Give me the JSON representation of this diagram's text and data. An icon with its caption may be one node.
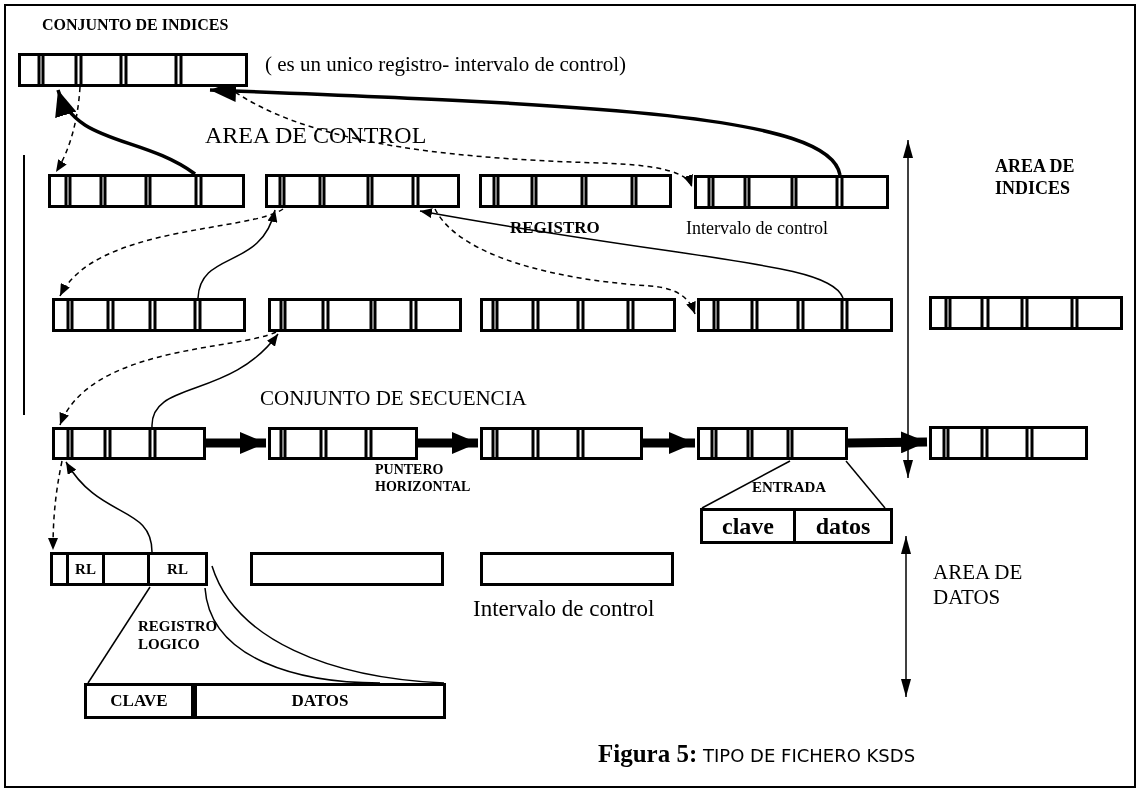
{
  "diagram": {
    "caption": "**Figura 5:** TIPO DE FICHERO KSDS",
    "nodes": [
      {
        "text": [],
        "shape": "box"
      },
      {
        "text": [],
        "shape": "box"
      },
      {
        "text": [],
        "shape": "box"
      },
      {
        "text": [],
        "shape": "box"
      },
      {
        "text": [],
        "shape": "box"
      },
      {
        "text": [],
        "shape": "box"
      },
      {
        "text": [],
        "shape": "box"
      },
      {
        "text": [],
        "shape": "box"
      },
      {
        "text": [],
        "shape": "box"
      },
      {
        "text": [],
        "shape": "box"
      },
      {
        "text": [],
        "shape": "box"
      },
      {
        "text": [],
        "shape": "box"
      },
      {
        "text": [],
        "shape": "box"
      },
      {
        "text": [],
        "shape": "box"
      },
      {
        "text": [],
        "shape": "box"
      },
      {
        "text": [
          "RL",
          "RL"
        ]
      },
      {
        "text": [],
        "shape": "box"
      },
      {
        "text": [],
        "shape": "box"
      },
      {
        "text": [
          "clave",
          "datos"
        ]
      },
      {
        "text": [
          "CLAVE",
          "DATOS"
        ]
      }
    ],
    "edges": [
      {
        "from": 1,
        "to": 0,
        "arrow": "to",
        "style": "thick"
      },
      {
        "from": 4,
        "to": 0,
        "arrow": "to",
        "style": "thick"
      },
      {
        "from": 0,
        "to": 1,
        "arrow": "to",
        "style": "dashed"
      },
      {
        "from": 0,
        "to": 4,
        "arrow": "to",
        "style": "dashed"
      },
      {
        "from": 5,
        "to": 2,
        "arrow": "to"
      },
      {
        "from": 2,
        "to": 5,
        "arrow": "to",
        "style": "dashed"
      },
      {
        "from": 8,
        "to": 2,
        "arrow": "to"
      },
      {
        "from": 2,
        "to": 8,
        "arrow": "to",
        "style": "dashed"
      },
      {
        "from": 10,
        "to": 6,
        "arrow": "to"
      },
      {
        "from": 6,
        "to": 10,
        "arrow": "to",
        "style": "dashed"
      },
      {
        "from": 10,
        "to": 11,
        "arrow": "to",
        "style": "thick"
      },
      {
        "from": 11,
        "to": 12,
        "arrow": "to",
        "style": "thick"
      },
      {
        "from": 12,
        "to": 13,
        "arrow": "to",
        "style": "thick"
      },
      {
        "from": 13,
        "to": 14,
        "arrow": "to",
        "style": "thick"
      },
      {
        "from": 15,
        "to": 10,
        "arrow": "to"
      },
      {
        "from": 10,
        "to": 15,
        "arrow": "to",
        "style": "dashed"
      },
      {
        "from": 13,
        "to": 18,
        "arrow": "none"
      },
      {
        "from": 13,
        "to": 18,
        "arrow": "none"
      },
      {
        "from": 15,
        "to": 19,
        "arrow": "none"
      },
      {
        "from": 15,
        "to": 19,
        "arrow": "none"
      },
      {
        "from": 15,
        "to": 19,
        "arrow": "none"
      }
    ],
    "labels": [
      "CONJUNTO DE INDICES",
      "( es un unico registro- intervalo de control)",
      "AREA DE CONTROL",
      "REGISTRO",
      "Intervalo de control",
      "AREA DE INDICES",
      "CONJUNTO DE SECUENCIA",
      "PUNTERO HORIZONTAL",
      "ENTRADA",
      "AREA DE DATOS",
      "Intervalo de control",
      "REGISTRO LOGICO"
    ]
  }
}
